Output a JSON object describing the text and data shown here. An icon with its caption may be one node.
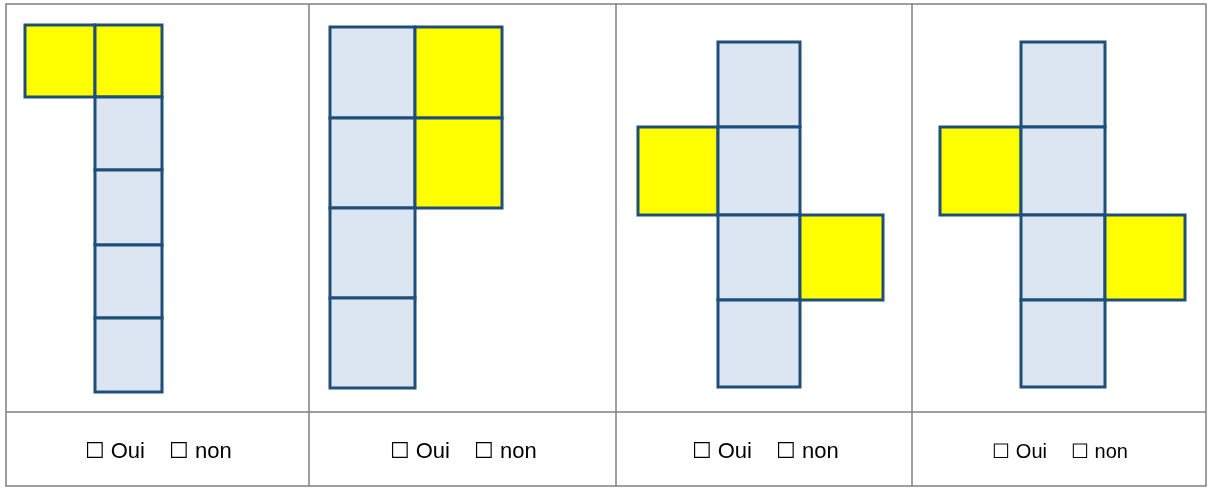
{
  "diagram": {
    "labels": [
      "☐ Oui",
      "☐ non",
      "☐ Oui",
      "☐ non",
      "☐ Oui",
      "☐ non",
      "☐ Oui",
      "☐ non"
    ]
  }
}
